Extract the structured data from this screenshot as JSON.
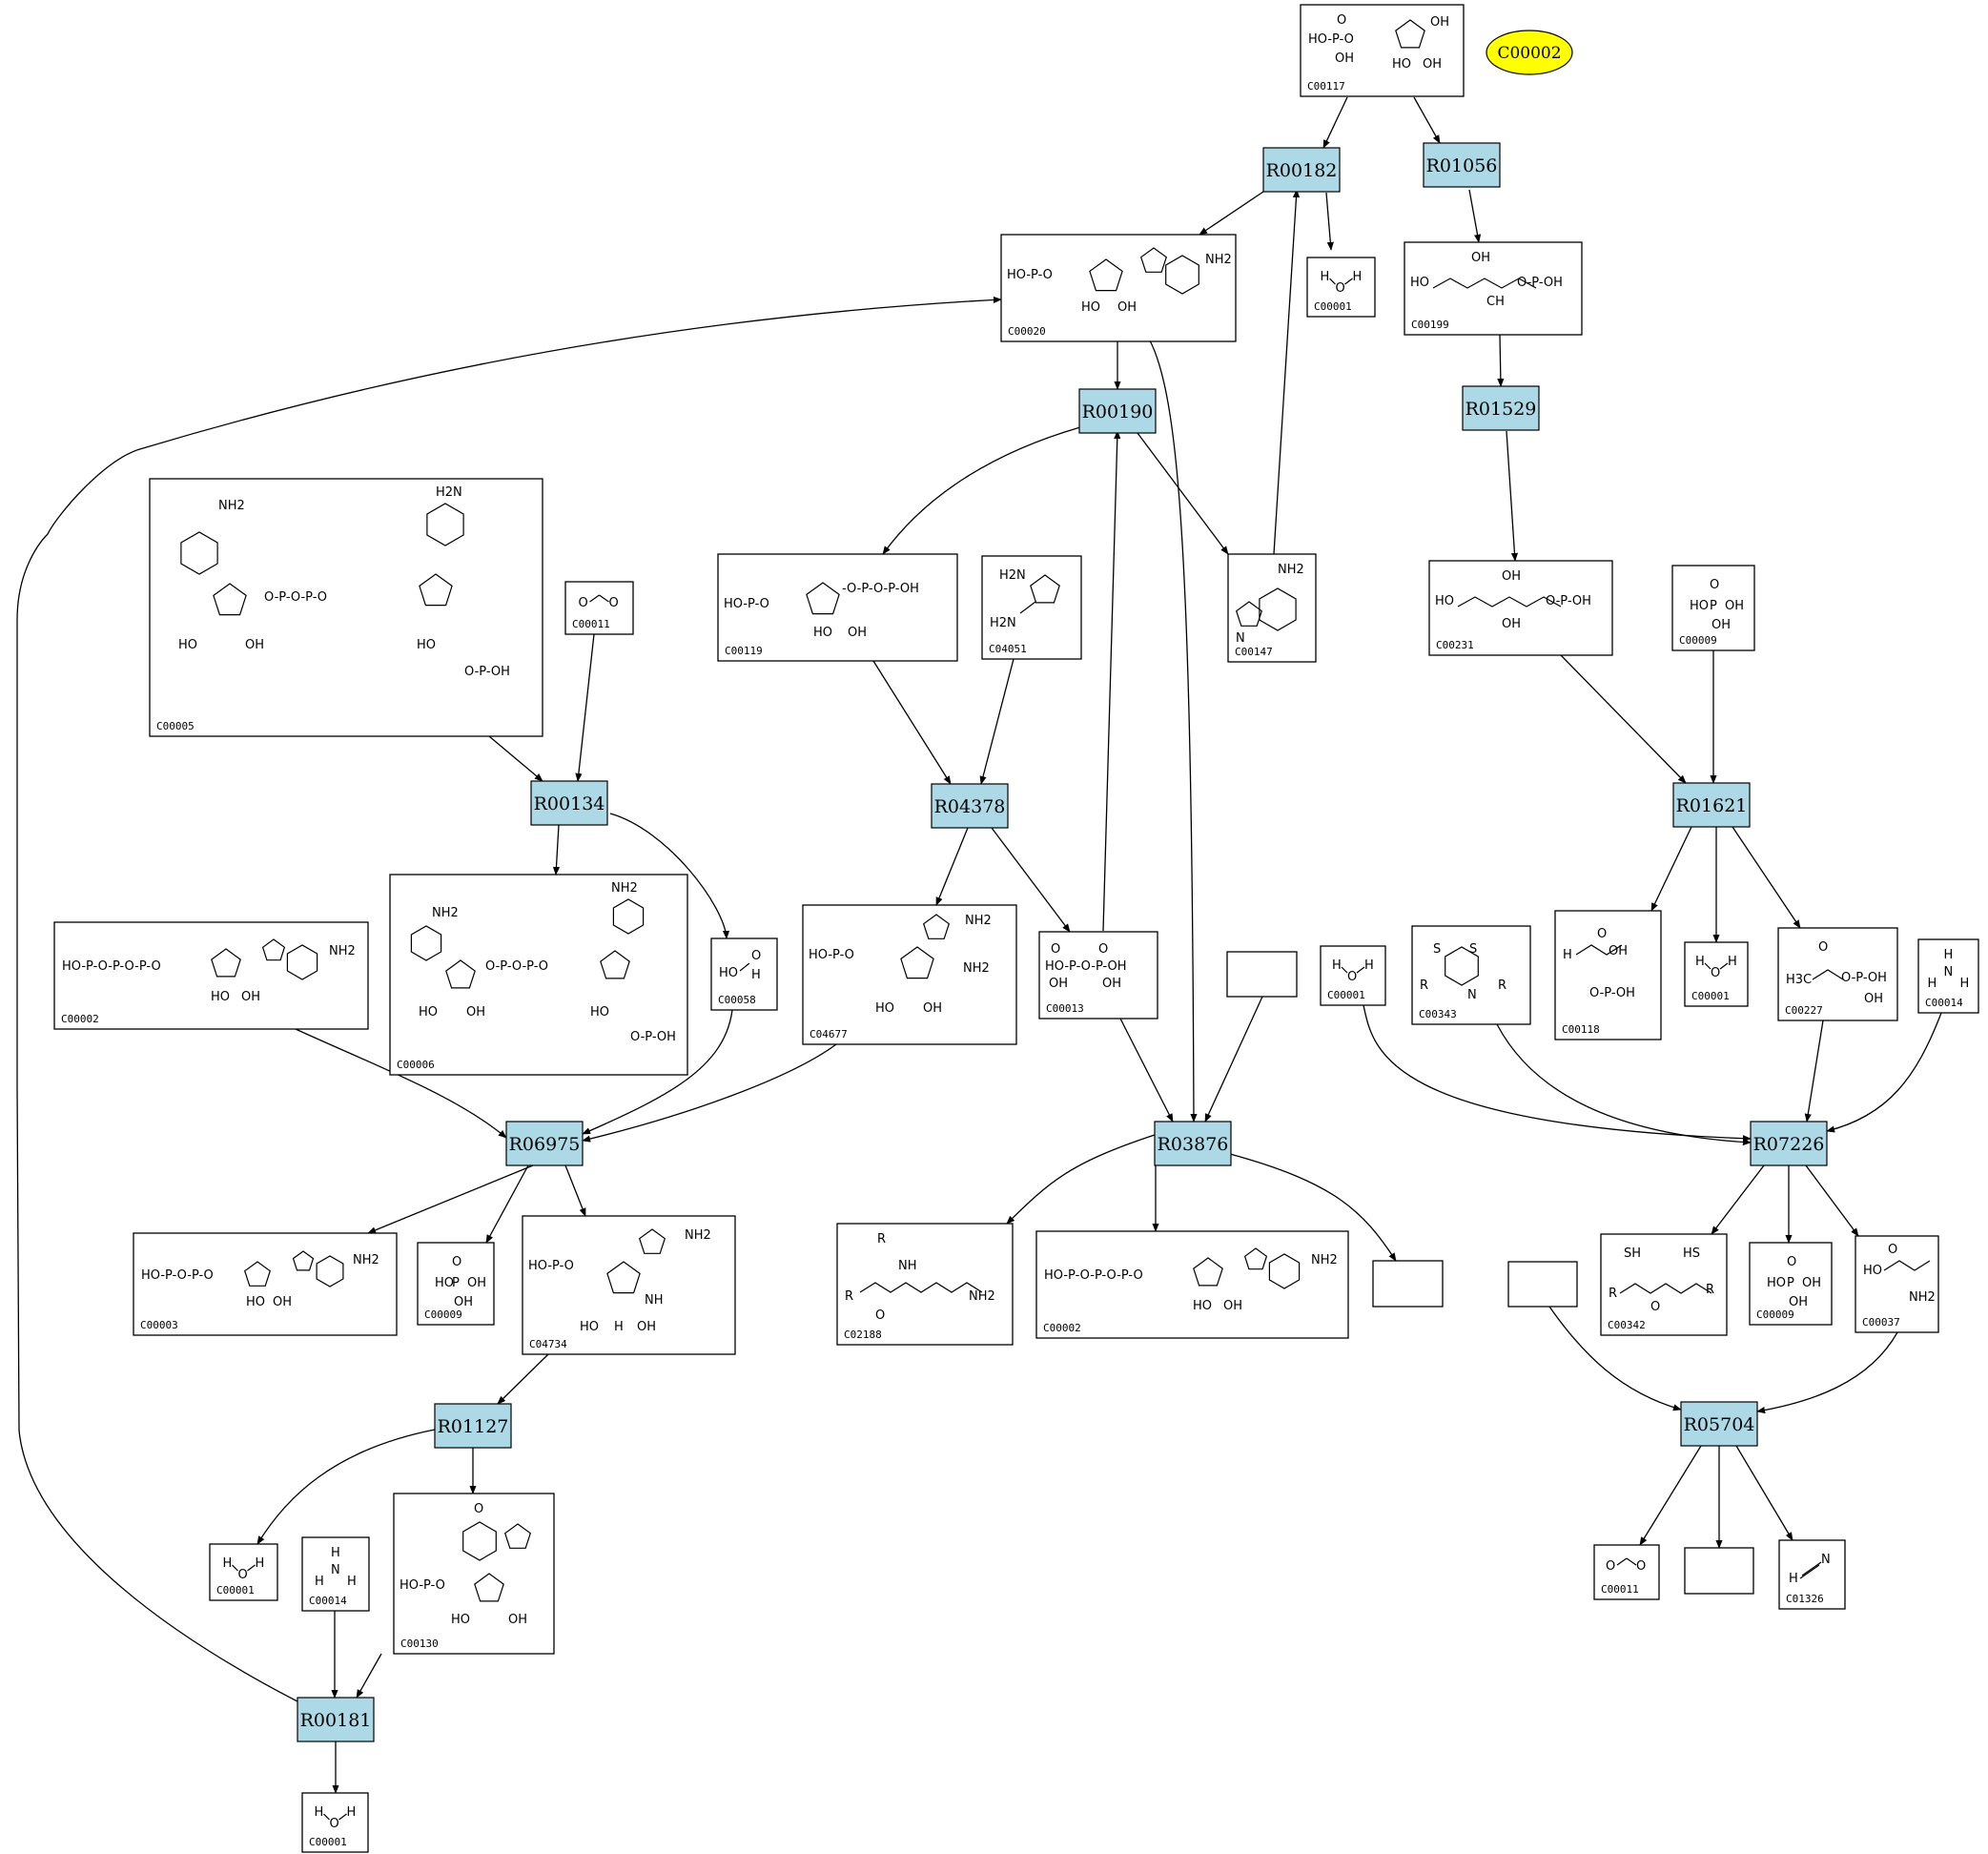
{
  "reactions": [
    "R00182",
    "R01056",
    "R00190",
    "R01529",
    "R00134",
    "R04378",
    "R01621",
    "R06975",
    "R03876",
    "R07226",
    "R01127",
    "R05704",
    "R00181"
  ],
  "compounds": [
    "C00117",
    "C00020",
    "C00001",
    "C00199",
    "C00005",
    "C00011",
    "C00119",
    "C04051",
    "C00147",
    "C00231",
    "C00009",
    "C00006",
    "C00002",
    "C00058",
    "C04677",
    "C00013",
    "C00343",
    "C00118",
    "C00227",
    "C00014",
    "C00003",
    "C04734",
    "C02188",
    "C00342",
    "C00037",
    "C00130",
    "C01326"
  ],
  "highlight": {
    "label": "C00002",
    "color": "#ffff00"
  },
  "colors": {
    "reaction_fill": "#add8e6",
    "edge": "#000000"
  }
}
